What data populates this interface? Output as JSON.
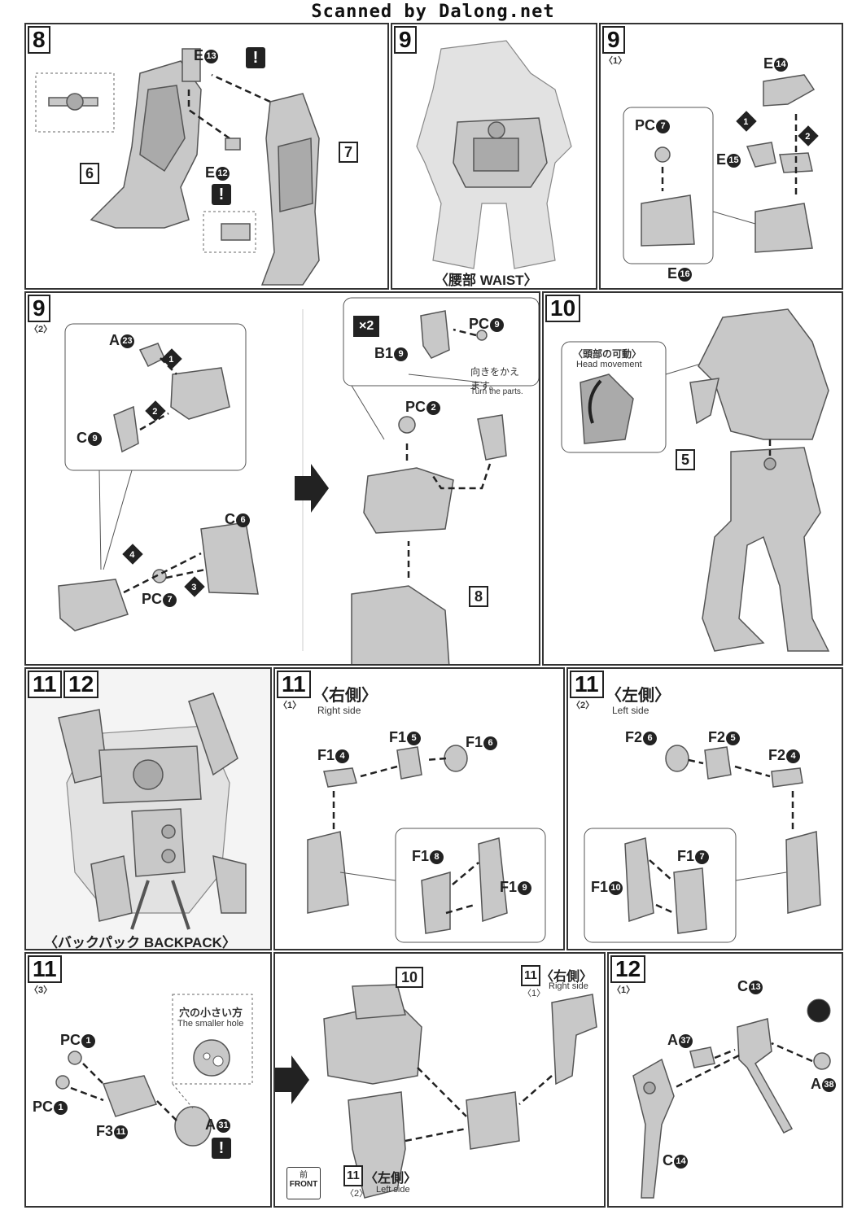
{
  "header": "Scanned by Dalong.net",
  "steps": {
    "s8": {
      "num": "8",
      "parts": {
        "e13": "E",
        "e13n": "13",
        "e12": "E",
        "e12n": "12"
      },
      "refs": {
        "r6": "6",
        "r7": "7"
      }
    },
    "s9a": {
      "num": "9",
      "caption": "〈腰部 WAIST〉"
    },
    "s9_1": {
      "num": "9",
      "sub": "〈1〉",
      "parts": {
        "e14": "E",
        "e14n": "14",
        "pc7": "PC",
        "pc7n": "7",
        "e15": "E",
        "e15n": "15",
        "e16": "E",
        "e16n": "16"
      },
      "seq1": "1",
      "seq2": "2"
    },
    "s9_2": {
      "num": "9",
      "sub": "〈2〉",
      "parts": {
        "a23": "A",
        "a23n": "23",
        "c9": "C",
        "c9n": "9",
        "c6": "C",
        "c6n": "6",
        "pc7": "PC",
        "pc7n": "7"
      },
      "seq1": "1",
      "seq2": "2",
      "seq3": "3",
      "seq4": "4"
    },
    "s9_3": {
      "times": "×2",
      "parts": {
        "pc9": "PC",
        "pc9n": "9",
        "b19": "B1",
        "b19n": "9",
        "pc2": "PC",
        "pc2n": "2"
      },
      "turn_jp": "向きをかえます。",
      "turn_en": "Turn the parts.",
      "ref8": "8"
    },
    "s10": {
      "num": "10",
      "head_jp": "〈頭部の可動〉",
      "head_en": "Head movement",
      "ref5": "5"
    },
    "s11_12": {
      "num1": "11",
      "num2": "12",
      "caption": "〈バックパック BACKPACK〉"
    },
    "s11_1": {
      "num": "11",
      "sub": "〈1〉",
      "title_jp": "〈右側〉",
      "title_en": "Right side",
      "parts": {
        "f14": "F1",
        "f14n": "4",
        "f15": "F1",
        "f15n": "5",
        "f16": "F1",
        "f16n": "6",
        "f18": "F1",
        "f18n": "8",
        "f19": "F1",
        "f19n": "9"
      }
    },
    "s11_2": {
      "num": "11",
      "sub": "〈2〉",
      "title_jp": "〈左側〉",
      "title_en": "Left side",
      "parts": {
        "f26": "F2",
        "f26n": "6",
        "f25": "F2",
        "f25n": "5",
        "f24": "F2",
        "f24n": "4",
        "f17": "F1",
        "f17n": "7",
        "f110": "F1",
        "f110n": "10"
      }
    },
    "s11_3": {
      "num": "11",
      "sub": "〈3〉",
      "hole_jp": "穴の小さい方",
      "hole_en": "The smaller hole",
      "parts": {
        "pc1a": "PC",
        "pc1an": "1",
        "pc1b": "PC",
        "pc1bn": "1",
        "f311": "F3",
        "f311n": "11",
        "a31": "A",
        "a31n": "31"
      }
    },
    "s11_4": {
      "ref10": "10",
      "right_num": "11",
      "right_sub": "〈1〉",
      "right_jp": "〈右側〉",
      "right_en": "Right side",
      "left_num": "11",
      "left_sub": "〈2〉",
      "left_jp": "〈左側〉",
      "left_en": "Left side",
      "front_jp": "前",
      "front_en": "FRONT"
    },
    "s12_1": {
      "num": "12",
      "sub": "〈1〉",
      "parts": {
        "c13": "C",
        "c13n": "13",
        "a37": "A",
        "a37n": "37",
        "a38": "A",
        "a38n": "38",
        "c14": "C",
        "c14n": "14"
      }
    }
  }
}
